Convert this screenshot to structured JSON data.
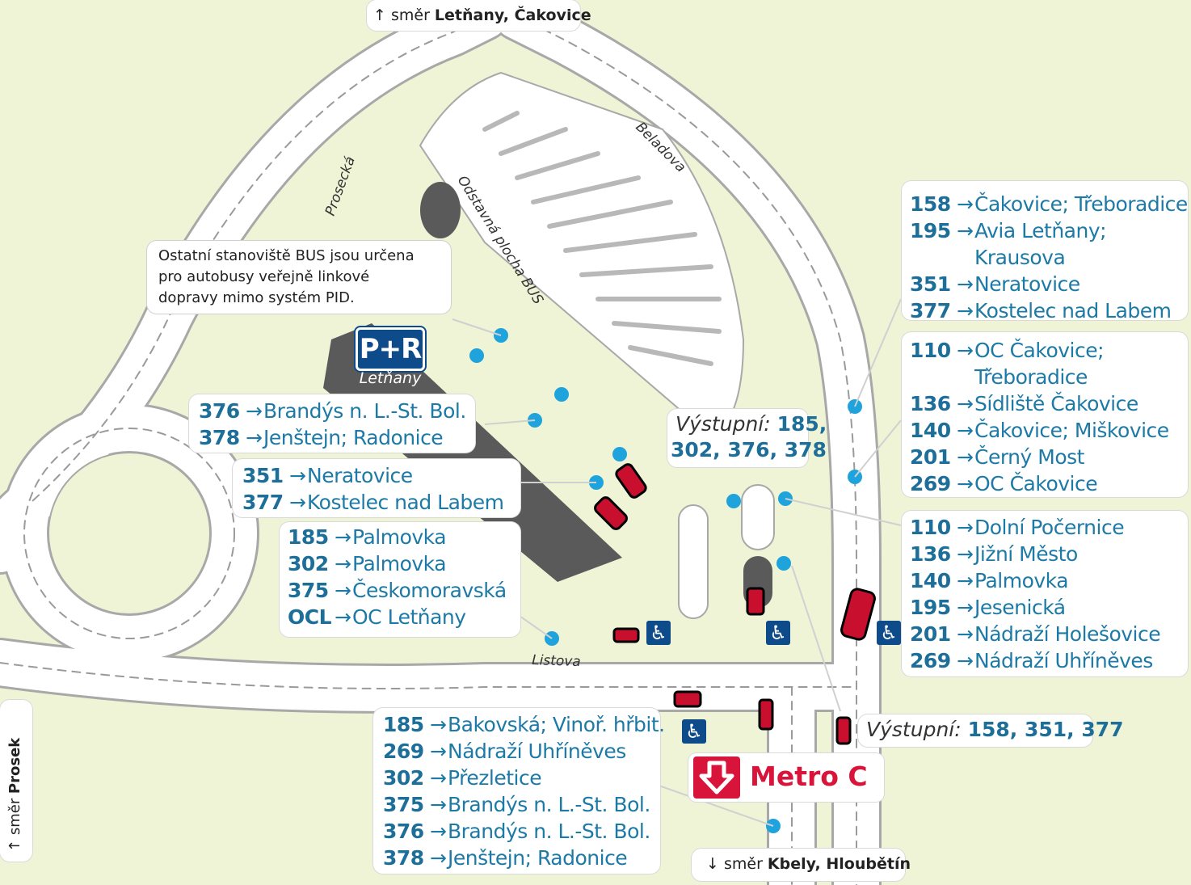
{
  "directions": {
    "north": {
      "arrow": "↑",
      "prefix": "směr ",
      "bold": "Letňany, Čakovice"
    },
    "west": {
      "arrow": "↑",
      "prefix": "směr ",
      "bold": "Prosek"
    },
    "south": {
      "arrow": "↓",
      "prefix": "směr ",
      "bold": "Kbely, Hloubětín"
    }
  },
  "streets": {
    "prosecka": "Prosecká",
    "beladova": "Beladova",
    "listova": "Listova",
    "odstavna": "Odstavná plocha BUS"
  },
  "note": {
    "line1": "Ostatní stanoviště BUS jsou určena",
    "line2": "pro autobusy veřejně linkové",
    "line3": "dopravy mimo systém PID."
  },
  "park_and_ride": {
    "logo": "P+R",
    "name": "Letňany"
  },
  "metro": {
    "label": "Metro C",
    "color": "#d8143a"
  },
  "exits": {
    "middle": {
      "label": "Výstupní:",
      "routes_1": "185,",
      "routes_2": "302, 376, 378"
    },
    "east": {
      "label": "Výstupní:",
      "routes": "158, 351, 377"
    }
  },
  "stops": {
    "ne_top": [
      {
        "route": "158",
        "arrow": "→",
        "dest": "Čakovice; Třeboradice"
      },
      {
        "route": "195",
        "arrow": "→",
        "dest": "Avia Letňany;"
      },
      {
        "route": "",
        "arrow": "",
        "dest": "Krausova"
      },
      {
        "route": "351",
        "arrow": "→",
        "dest": "Neratovice"
      },
      {
        "route": "377",
        "arrow": "→",
        "dest": "Kostelec nad Labem"
      }
    ],
    "ne_mid": [
      {
        "route": "110",
        "arrow": "→",
        "dest": "OC Čakovice;"
      },
      {
        "route": "",
        "arrow": "",
        "dest": "Třeboradice"
      },
      {
        "route": "136",
        "arrow": "→",
        "dest": "Sídliště Čakovice"
      },
      {
        "route": "140",
        "arrow": "→",
        "dest": "Čakovice; Miškovice"
      },
      {
        "route": "201",
        "arrow": "→",
        "dest": "Černý Most"
      },
      {
        "route": "269",
        "arrow": "→",
        "dest": "OC Čakovice"
      }
    ],
    "ne_low": [
      {
        "route": "110",
        "arrow": "→",
        "dest": "Dolní Počernice"
      },
      {
        "route": "136",
        "arrow": "→",
        "dest": "Jižní Město"
      },
      {
        "route": "140",
        "arrow": "→",
        "dest": "Palmovka"
      },
      {
        "route": "195",
        "arrow": "→",
        "dest": "Jesenická"
      },
      {
        "route": "201",
        "arrow": "→",
        "dest": "Nádraží Holešovice"
      },
      {
        "route": "269",
        "arrow": "→",
        "dest": "Nádraží Uhříněves"
      }
    ],
    "west_a": [
      {
        "route": "376",
        "arrow": "→",
        "dest": "Brandýs n. L.-St. Bol."
      },
      {
        "route": "378",
        "arrow": "→",
        "dest": "Jenštejn; Radonice"
      }
    ],
    "west_b": [
      {
        "route": "351",
        "arrow": "→",
        "dest": "Neratovice"
      },
      {
        "route": "377",
        "arrow": "→",
        "dest": "Kostelec nad Labem"
      }
    ],
    "west_c": [
      {
        "route": "185",
        "arrow": "→",
        "dest": "Palmovka"
      },
      {
        "route": "302",
        "arrow": "→",
        "dest": "Palmovka"
      },
      {
        "route": "375",
        "arrow": "→",
        "dest": "Českomoravská"
      },
      {
        "route": "OCL",
        "arrow": "→",
        "dest": "OC Letňany"
      }
    ],
    "south": [
      {
        "route": "185",
        "arrow": "→",
        "dest": "Bakovská; Vinoř. hřbit."
      },
      {
        "route": "269",
        "arrow": "→",
        "dest": "Nádraží Uhříněves"
      },
      {
        "route": "302",
        "arrow": "→",
        "dest": "Přezletice"
      },
      {
        "route": "375",
        "arrow": "→",
        "dest": "Brandýs n. L.-St. Bol."
      },
      {
        "route": "376",
        "arrow": "→",
        "dest": "Brandýs n. L.-St. Bol."
      },
      {
        "route": "378",
        "arrow": "→",
        "dest": "Jenštejn; Radonice"
      }
    ]
  },
  "icons": {
    "wheelchair": "wheelchair-icon",
    "stop": "bus-stop-icon",
    "metro": "metro-icon"
  }
}
